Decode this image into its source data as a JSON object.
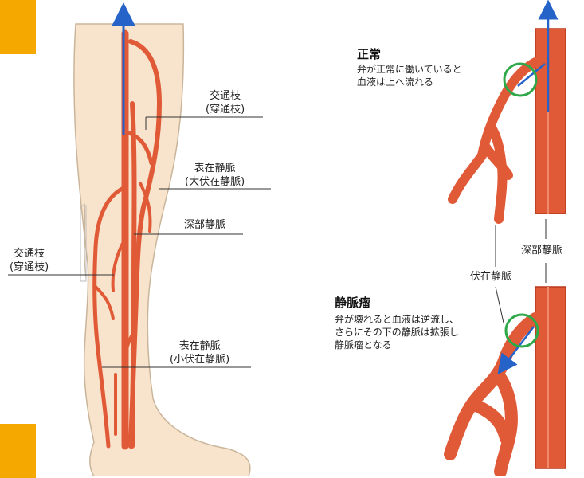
{
  "colors": {
    "corner_accent": "#f5a800",
    "skin": "#f8e4cc",
    "skin_outline": "#c9b59a",
    "vein": "#e15a37",
    "vein_outline": "#b8391c",
    "arrow_blue": "#2563c9",
    "valve_circle": "#2fa84a"
  },
  "icons": {
    "corner_marks": "orange-square",
    "flow_arrow": "arrow-up-icon",
    "valve_marker": "circle-icon"
  },
  "left_diagram": {
    "communicating_branch_upper": {
      "line1": "交通枝",
      "line2": "(穿通枝)"
    },
    "superficial_vein_great": {
      "line1": "表在静脈",
      "line2": "(大伏在静脈)"
    },
    "deep_vein": "深部静脈",
    "communicating_branch_lower": {
      "line1": "交通枝",
      "line2": "(穿通枝)"
    },
    "superficial_vein_small": {
      "line1": "表在静脈",
      "line2": "(小伏在静脈)"
    }
  },
  "right_diagram": {
    "normal": {
      "title": "正常",
      "desc_line1": "弁が正常に働いていると",
      "desc_line2": "血液は上へ流れる"
    },
    "varicose": {
      "title": "静脈瘤",
      "desc_line1": "弁が壊れると血液は逆流し、",
      "desc_line2": "さらにその下の静脈は拡張し",
      "desc_line3": "静脈瘤となる"
    },
    "deep_vein_label": "深部静脈",
    "saphenous_vein_label": "伏在静脈"
  }
}
